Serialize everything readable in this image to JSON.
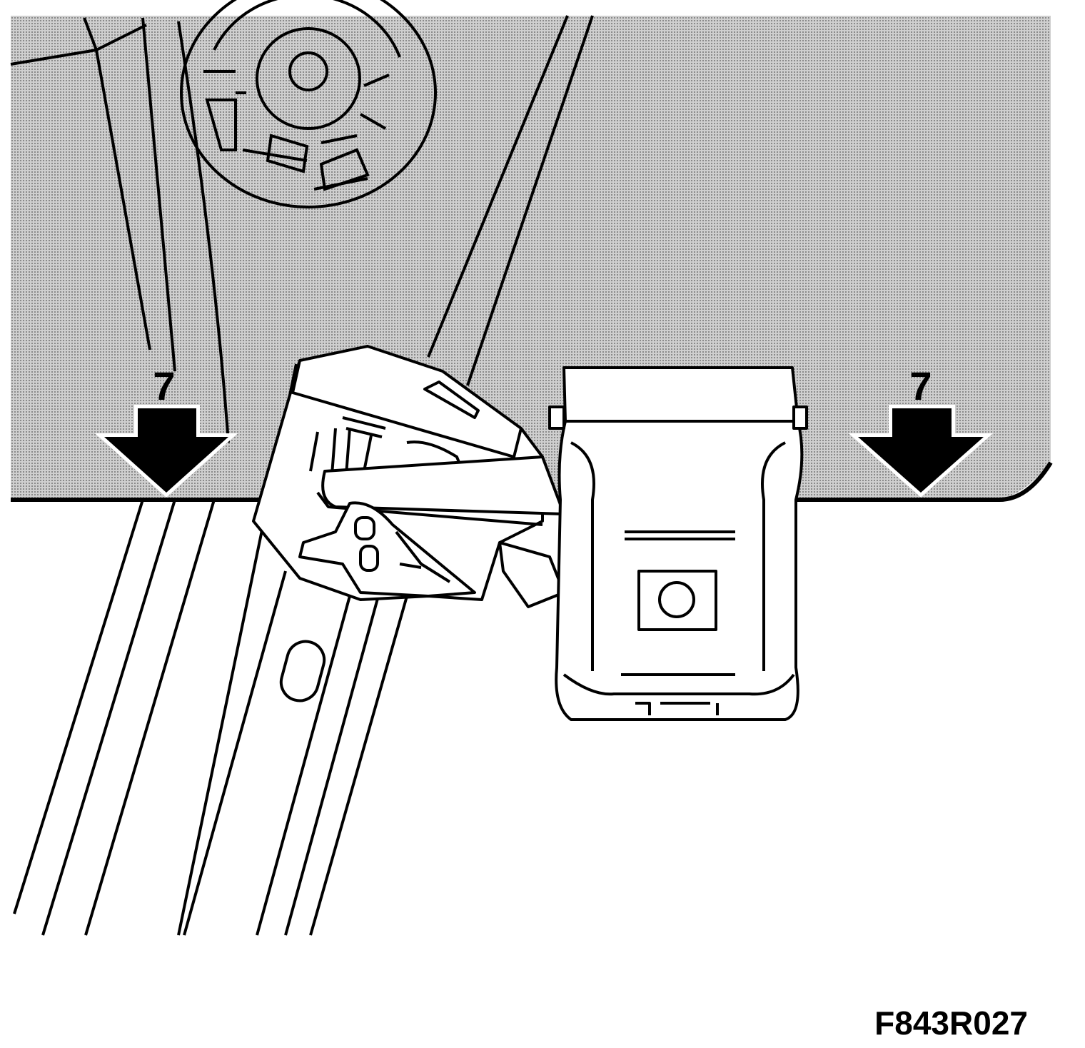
{
  "callouts": {
    "left_label": "7",
    "right_label": "7"
  },
  "figure_code": "F843R027",
  "colors": {
    "panel_fill": "#b8b8b8",
    "line": "#000000",
    "background": "#ffffff"
  },
  "icons": [
    "down-arrow-icon",
    "down-arrow-icon"
  ]
}
